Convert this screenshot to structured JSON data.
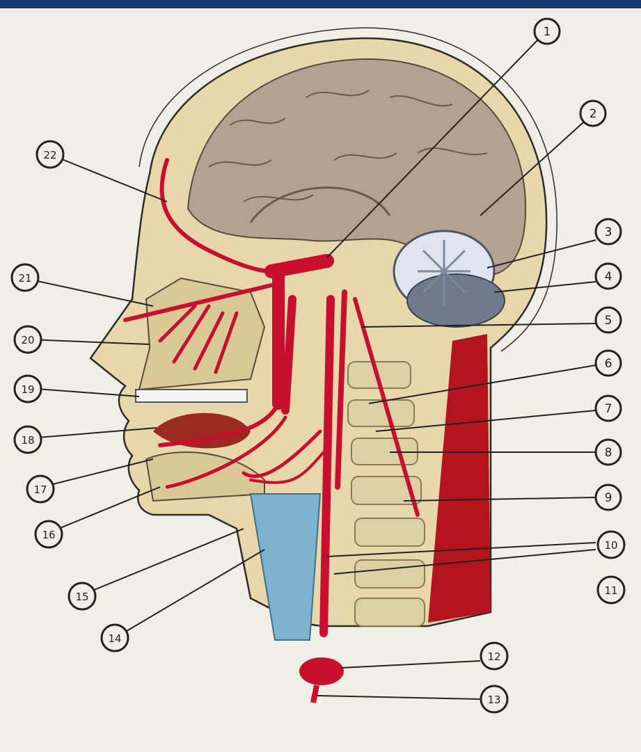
{
  "colors": {
    "background": "#efefe6",
    "top_bar": "#14386b",
    "artery": "#c8102e",
    "brain": "#b3a192",
    "cerebellum": "#7a8aa0",
    "skin": "#e8d7ab",
    "bone": "#d9c996",
    "trachea": "#7fb2cf",
    "tongue": "#9b2a20",
    "outline": "#2b2b2b"
  },
  "labels": {
    "l1": "1",
    "l2": "2",
    "l3": "3",
    "l4": "4",
    "l5": "5",
    "l6": "6",
    "l7": "7",
    "l8": "8",
    "l9": "9",
    "l10": "10",
    "l11": "11",
    "l12": "12",
    "l13": "13",
    "l14": "14",
    "l15": "15",
    "l16": "16",
    "l17": "17",
    "l18": "18",
    "l19": "19",
    "l20": "20",
    "l21": "21",
    "l22": "22"
  }
}
